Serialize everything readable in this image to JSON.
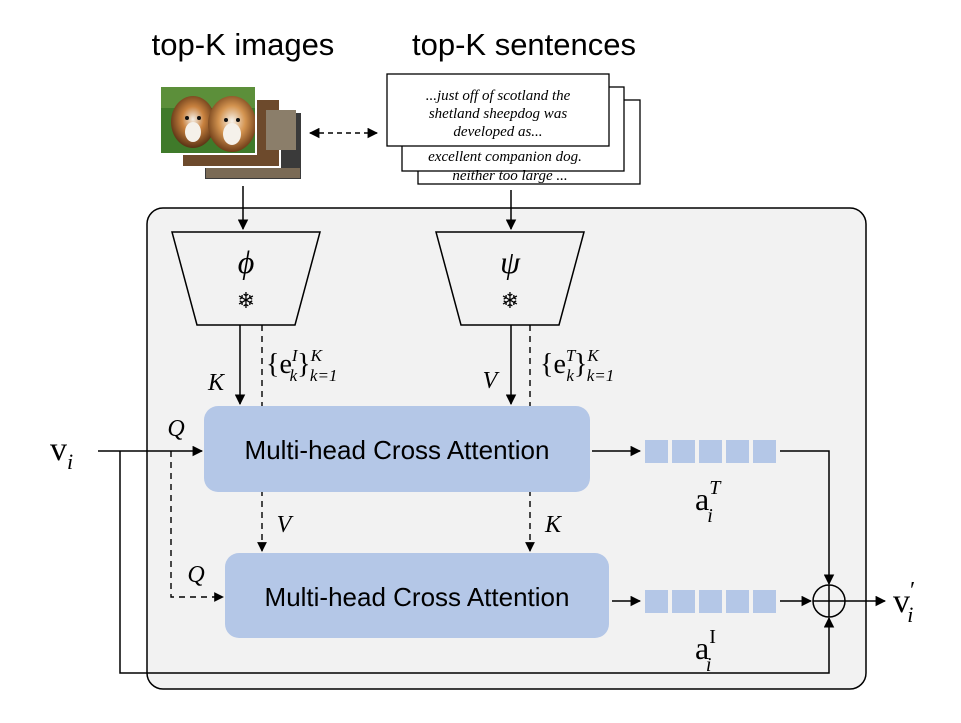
{
  "headers": {
    "images": "top-K images",
    "sentences": "top-K sentences"
  },
  "sentence_cards": {
    "front": [
      "...just off of scotland the",
      "shetland sheepdog was",
      "developed as..."
    ],
    "middle": "excellent companion dog.",
    "back": "neither too large ..."
  },
  "encoders": {
    "image": {
      "symbol": "ϕ",
      "icon": "snowflake-icon"
    },
    "text": {
      "symbol": "ψ",
      "icon": "snowflake-icon"
    }
  },
  "embeddings": {
    "image": {
      "base": "e",
      "sup": "I",
      "sub": "k",
      "set_sup": "K",
      "set_sub": "k=1"
    },
    "text": {
      "base": "e",
      "sup": "T",
      "sub": "k",
      "set_sup": "K",
      "set_sub": "k=1"
    }
  },
  "attention_blocks": {
    "top": "Multi-head Cross Attention",
    "bottom": "Multi-head Cross Attention"
  },
  "arrow_labels": {
    "k_top": "K",
    "v_top": "V",
    "q_top": "Q",
    "v_bottom": "V",
    "k_bottom": "K",
    "q_bottom": "Q"
  },
  "input": {
    "base": "v",
    "sub": "i"
  },
  "outputs": {
    "a_text": {
      "base": "a",
      "sup": "T",
      "sub": "i"
    },
    "a_image": {
      "base": "a",
      "sup": "I",
      "sub": "i"
    },
    "result": {
      "base": "v",
      "sup": "′",
      "sub": "i"
    }
  },
  "colors": {
    "panel_fill": "#f2f2f2",
    "block_fill": "#b4c7e7",
    "token_fill": "#b4c7e7",
    "line": "#000000"
  }
}
